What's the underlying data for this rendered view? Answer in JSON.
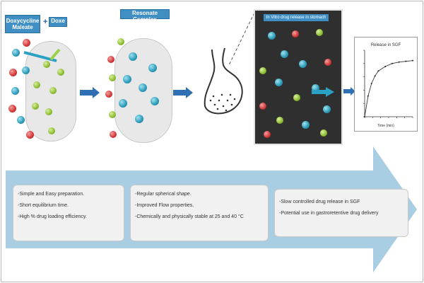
{
  "labels": {
    "left_top": "Doxycycline Maleate",
    "left_top_tag": "Doxe",
    "plus": "+",
    "middle_top": "Resonate Complex",
    "inset_title": "In Vitro drug release in stomach"
  },
  "chart": {
    "title": "Release in SGF",
    "xlabel": "Time (min)"
  },
  "chart_data": {
    "type": "line",
    "title": "Release in SGF",
    "xlabel": "Time (min)",
    "ylabel": "",
    "x": [
      0,
      0.5,
      1,
      1.5,
      2,
      3,
      4,
      5,
      6,
      7
    ],
    "series": [
      {
        "values": [
          0,
          28,
          45,
          55,
          62,
          68,
          72,
          74,
          75,
          76
        ]
      }
    ],
    "xlim": [
      0,
      7
    ],
    "ylim": [
      0,
      90
    ]
  },
  "panels": [
    {
      "lines": [
        "-Simple and Easy preparation.",
        "-Short equilibrium time.",
        "-High % drug loading efficiency."
      ]
    },
    {
      "lines": [
        "-Regular spherical shape.",
        "-Improved Flow properties.",
        "-Chemically and physically stable at 25 and 40 °C"
      ]
    },
    {
      "lines": [
        "-Slow controlled drug release in SGF",
        "-Potential use in gastroretentive drug delivery"
      ]
    }
  ],
  "colors": {
    "big_arrow": "#a9cde3",
    "label_fill": "#3f8fc4",
    "small_arrow": "#2f6fb3"
  }
}
